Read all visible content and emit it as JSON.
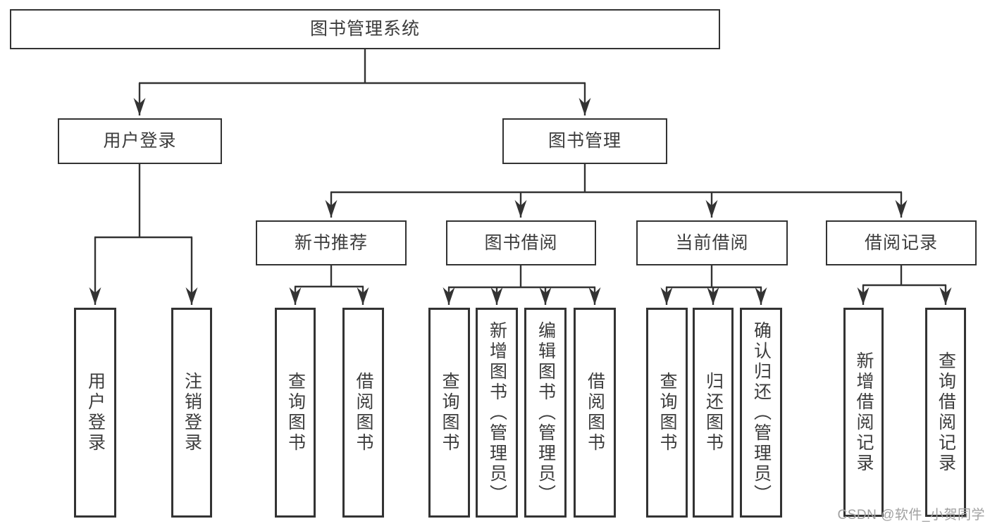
{
  "diagram": {
    "root": {
      "label": "图书管理系统"
    },
    "level2": {
      "user_login": {
        "label": "用户登录"
      },
      "book_management": {
        "label": "图书管理"
      }
    },
    "level3": {
      "new_book_recommend": {
        "label": "新书推荐"
      },
      "book_borrowing": {
        "label": "图书借阅"
      },
      "current_borrowing": {
        "label": "当前借阅"
      },
      "borrowing_records": {
        "label": "借阅记录"
      }
    },
    "leaves": {
      "user_login": [
        "用户登录",
        "注销登录"
      ],
      "new_book_recommend": [
        "查询图书",
        "借阅图书"
      ],
      "book_borrowing": [
        "查询图书",
        "新增图书（管理员）",
        "编辑图书（管理员）",
        "借阅图书"
      ],
      "current_borrowing": [
        "查询图书",
        "归还图书",
        "确认归还（管理员）"
      ],
      "borrowing_records": [
        "新增借阅记录",
        "查询借阅记录"
      ]
    }
  },
  "watermark": {
    "text": "CSDN @软件_小贺同学"
  },
  "colors": {
    "line": "#333333",
    "box_border": "#333333",
    "text": "#3c3c3c",
    "watermark": "#a0a0a0",
    "background": "#ffffff"
  }
}
